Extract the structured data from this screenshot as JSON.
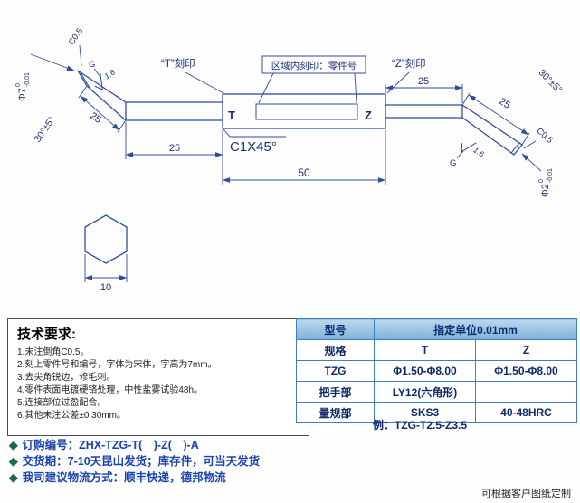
{
  "colors": {
    "line": "#2e4da0",
    "text": "#1e2f7a",
    "table_border": "#3f7fc1",
    "table_header_top": "#b9d9ef",
    "table_header_bottom": "#7fb0d8",
    "footer_text": "#1a43b0",
    "bullet": "#156a52"
  },
  "drawing": {
    "t_mark_label": "“T”刻印",
    "z_mark_label": "“Z”刻印",
    "region_label": "区域内刻印：零件号",
    "t_letter": "T",
    "z_letter": "Z",
    "chamfer_label": "C1X45°",
    "len_body": "50",
    "len_left_straight": "25",
    "len_left_angled": "25",
    "len_right_straight": "25",
    "len_right_angled": "25",
    "angle_left": "30°±5°",
    "angle_right": "30°±5°",
    "tip_chamfer_left": "C0.5",
    "tip_chamfer_right": "C0.5",
    "dia_left_main": "Φ7",
    "dia_left_upper": "0",
    "dia_left_lower": "-0.01",
    "dia_right_main": "Φ2",
    "dia_right_upper": "0",
    "dia_right_lower": "-0.01",
    "roughness_left": "1.6",
    "roughness_right": "1.6",
    "g_left": "G",
    "g_right": "G",
    "hex_width": "10"
  },
  "tech_requirements": {
    "title": "技术要求:",
    "items": [
      "1.未注倒角C0.5。",
      "2.刻上零件号和编号，字体为宋体，字高为7mm。",
      "3.去尖角锐边，修毛刺。",
      "4.零件表面电镀硬铬处理，中性盐雾试验48h。",
      "5.连接部位过盈配合。",
      "6.其他未注公差±0.30mm。"
    ]
  },
  "spec_table": {
    "col1_header": "型号",
    "unit_header": "指定单位0.01mm",
    "spec_label": "规格",
    "col_t": "T",
    "col_z": "Z",
    "model_label": "TZG",
    "model_t": "Φ1.50-Φ8.00",
    "model_z": "Φ1.50-Φ8.00",
    "handle_label": "把手部",
    "handle_value": "LY12(六角形)",
    "handle_z": "",
    "gauge_label": "量规部",
    "gauge_t": "SKS3",
    "gauge_z": "40-48HRC",
    "example": "例：TZG-T2.5-Z3.5"
  },
  "footer": {
    "bullet": "◆",
    "order": "订购编号：ZHX-TZG-T(　)-Z(　)-A",
    "delivery": "交货期：7-10天昆山发货；库存件，可当天发货",
    "logistics": "我司建议物流方式：顺丰快递，德邦物流",
    "custom_note": "可根据客户图纸定制"
  }
}
